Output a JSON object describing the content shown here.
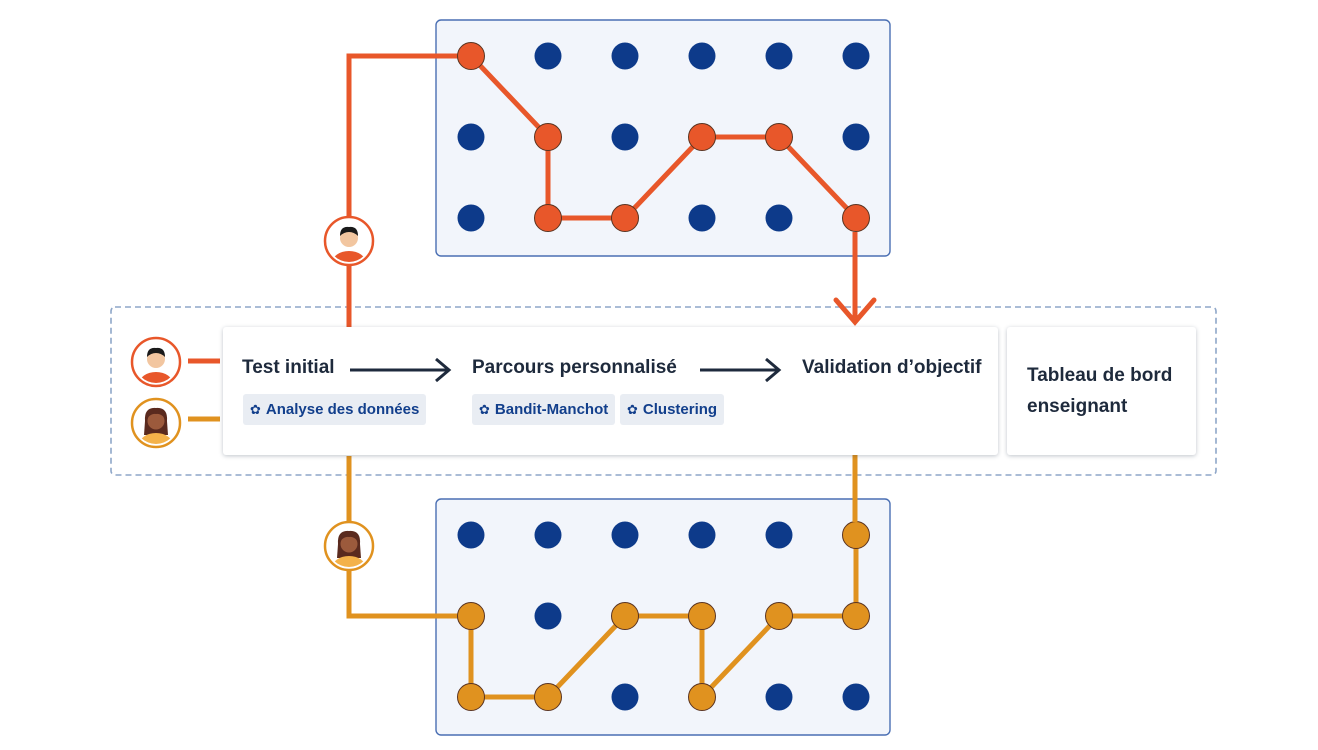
{
  "colors": {
    "student_a": "#e8572a",
    "student_b": "#e0921f",
    "dot": "#0d3a8a",
    "panel_fill": "#f2f5fb",
    "panel_border": "#4a6fb3",
    "dashed_border": "#8ea6c8",
    "arrow": "#1e2a3c"
  },
  "icons": {
    "tag": "gear-icon",
    "student_a": "boy-avatar-icon",
    "student_b": "girl-avatar-icon"
  },
  "steps": {
    "test_initial": "Test initial",
    "parcours": "Parcours personnalisé",
    "validation": "Validation d’objectif"
  },
  "tags": {
    "analyse": "Analyse des données",
    "bandit": "Bandit-Manchot",
    "clustering": "Clustering"
  },
  "dashboard": {
    "line1": "Tableau de bord",
    "line2": "enseignant"
  },
  "grids": {
    "rows": 3,
    "cols": 6,
    "path_top": [
      [
        0,
        0
      ],
      [
        1,
        1
      ],
      [
        1,
        2
      ],
      [
        2,
        2
      ],
      [
        3,
        1
      ],
      [
        4,
        1
      ],
      [
        5,
        2
      ]
    ],
    "path_bottom": [
      [
        0,
        1
      ],
      [
        0,
        2
      ],
      [
        1,
        2
      ],
      [
        2,
        1
      ],
      [
        3,
        1
      ],
      [
        3,
        2
      ],
      [
        4,
        1
      ],
      [
        5,
        1
      ],
      [
        5,
        0
      ]
    ]
  }
}
